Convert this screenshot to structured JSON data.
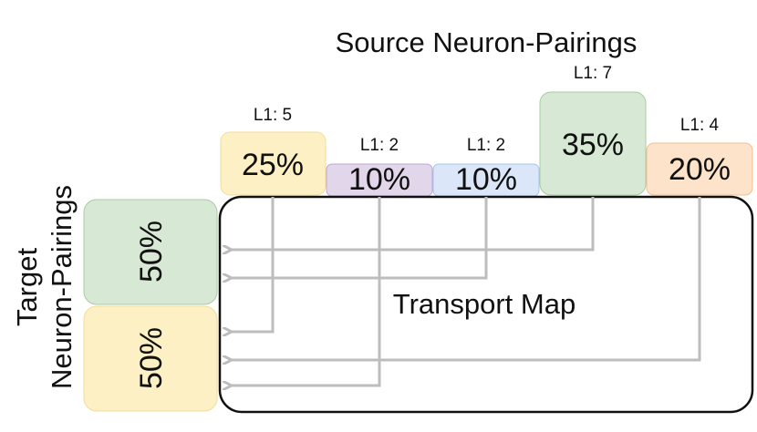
{
  "source_title": "Source Neuron-Pairings",
  "target_title_line1": "Target",
  "target_title_line2": "Neuron-Pairings",
  "transport_label": "Transport Map",
  "colors": {
    "yellow": "#fdf0c4",
    "yellow_border": "#f1dd9a",
    "purple": "#e1d6ea",
    "purple_border": "#bfa9d3",
    "blue": "#dbe7f8",
    "blue_border": "#a9c4ea",
    "green": "#d7e9d4",
    "green_border": "#a8cba2",
    "orange": "#fde3c9",
    "orange_border": "#f2bf8e",
    "arrow": "#bdbdbd"
  },
  "sources": [
    {
      "layer": "L1: 5",
      "percent": "25%",
      "color": "yellow"
    },
    {
      "layer": "L1: 2",
      "percent": "10%",
      "color": "purple"
    },
    {
      "layer": "L1: 2",
      "percent": "10%",
      "color": "blue"
    },
    {
      "layer": "L1: 7",
      "percent": "35%",
      "color": "green"
    },
    {
      "layer": "L1: 4",
      "percent": "20%",
      "color": "orange"
    }
  ],
  "targets": [
    {
      "percent": "50%",
      "color": "green"
    },
    {
      "percent": "50%",
      "color": "yellow"
    }
  ]
}
